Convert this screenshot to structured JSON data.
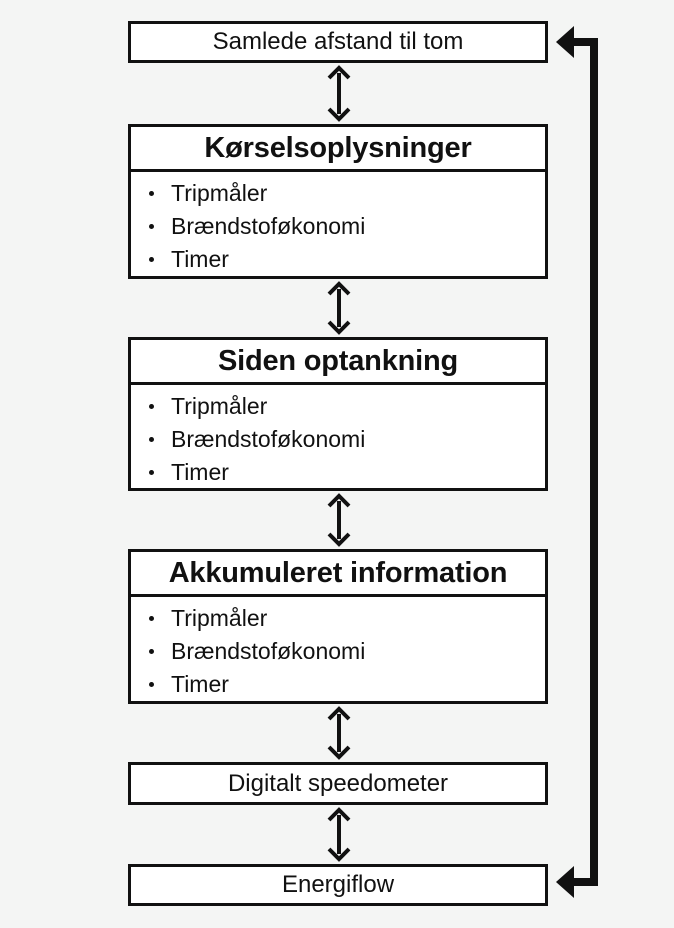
{
  "nodes": {
    "total_distance": "Samlede afstand til tom",
    "driving_info": {
      "title": "Kørselsoplysninger",
      "items": [
        "Tripmåler",
        "Brændstoføkonomi",
        "Timer"
      ]
    },
    "since_refuel": {
      "title": "Siden optankning",
      "items": [
        "Tripmåler",
        "Brændstoføkonomi",
        "Timer"
      ]
    },
    "accumulated": {
      "title": "Akkumuleret information",
      "items": [
        "Tripmåler",
        "Brændstoføkonomi",
        "Timer"
      ]
    },
    "digital_speedometer": "Digitalt speedometer",
    "energy_flow": "Energiflow"
  },
  "colors": {
    "line": "#111111",
    "box_fill": "#ffffff",
    "background": "#f4f5f4"
  }
}
